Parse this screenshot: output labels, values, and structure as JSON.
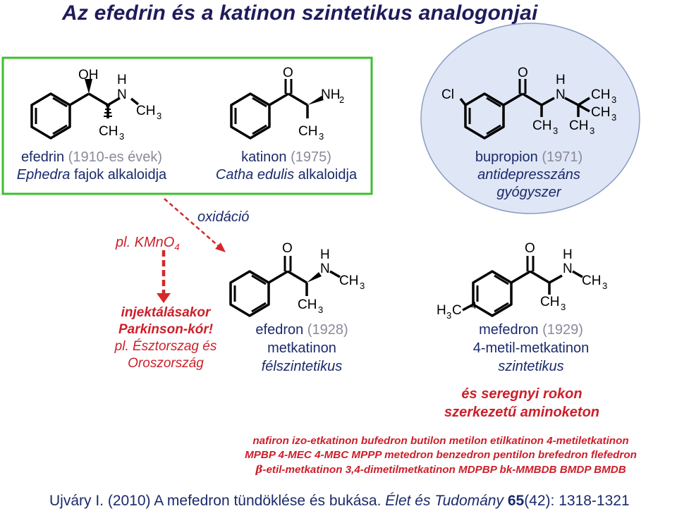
{
  "title": "Az efedrin és a katinon szintetikus analogonjai",
  "colors": {
    "green_frame": "#3dbf2f",
    "red_arrow": "#d62828",
    "red_text": "#cc1f2a",
    "bubble_fill": "#dfe6f5",
    "bubble_stroke": "#8a9cc2",
    "name_text": "#1a2a6a",
    "year_text": "#8a8a9a"
  },
  "compounds": {
    "efedrin": {
      "name": "efedrin",
      "year": "(1910-es évek)",
      "line2_genus": "Ephedra",
      "line2_rest": "fajok alkaloidja",
      "atoms": {
        "oh": "OH",
        "h": "H",
        "n": "N",
        "ch": "CH",
        "sub3": "3"
      }
    },
    "katinon": {
      "name": "katinon",
      "year": "(1975)",
      "line2_genus": "Catha edulis",
      "line2_rest": "alkaloidja",
      "atoms": {
        "o": "O",
        "nh": "NH",
        "sub2": "2",
        "ch": "CH",
        "sub3": "3"
      }
    },
    "bupropion": {
      "name": "bupropion",
      "year": "(1971)",
      "line2": "antidepresszáns",
      "line3": "gyógyszer",
      "atoms": {
        "cl": "Cl",
        "o": "O",
        "h": "H",
        "n": "N",
        "ch": "CH",
        "sub3": "3"
      }
    },
    "efedron": {
      "name": "efedron",
      "year": "(1928)",
      "line2": "metkatinon",
      "line3": "félszintetikus",
      "atoms": {
        "o": "O",
        "h": "H",
        "n": "N",
        "ch": "CH",
        "sub3": "3"
      }
    },
    "mefedron": {
      "name": "mefedron",
      "year": "(1929)",
      "line2": "4-metil-metkatinon",
      "line3": "szintetikus",
      "atoms": {
        "o": "O",
        "h": "H",
        "n": "N",
        "ch": "CH",
        "sub3": "3",
        "h3c_h": "H",
        "h3c_c": "C",
        "pos4": "4"
      }
    }
  },
  "oxidation": {
    "label": "oxidáció",
    "reagent_prefix": "pl. KMnO",
    "reagent_sub": "4"
  },
  "side_note": {
    "line1": "injektálásakor",
    "line2": "Parkinson-kór!",
    "line3": "pl. Észtorszag és",
    "line4": "Oroszország"
  },
  "aminoketon": {
    "line1": "és seregnyi rokon",
    "line2": "szerkezetű aminoketon"
  },
  "analog_list": {
    "line1": "nafiron izo-etkatinon bufedron butilon metilon etilkatinon 4-metiletkatinon",
    "line2": "MPBP 4-MEC 4-MBC MPPP metedron benzedron pentilon brefedron flefedron",
    "line3_beta": "β",
    "line3_rest": "-etil-metkatinon  3,4-dimetilmetkatinon MDPBP bk-MMBDB BMDP BMDB"
  },
  "citation": {
    "part1": "Ujváry I. (2010) A mefedron tündöklése és bukása.",
    "journal": "Élet és Tudomány",
    "volume": "65",
    "issue": "(42)",
    "pages": ": 1318-1321"
  }
}
